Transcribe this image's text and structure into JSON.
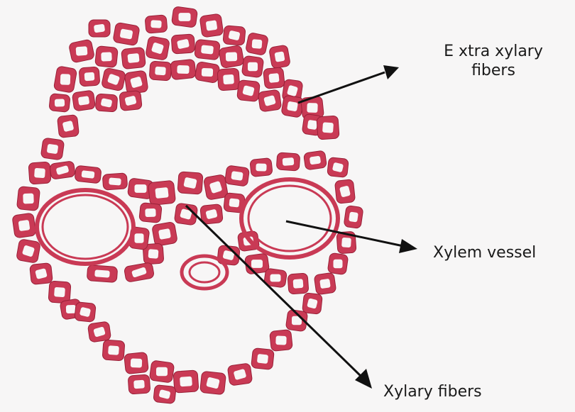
{
  "labels": {
    "extra_xylary_fibers": [
      "E xtra xylary",
      "fibers"
    ],
    "xylem_vessel": "Xylem vessel",
    "xylary_fibers": "Xylary fibers"
  },
  "colors": {
    "cell_wall": "#c93a55",
    "cell_wall_dark": "#9a2038",
    "background": "#f7f6f6",
    "arrow": "#111111",
    "text": "#1a1a1a"
  }
}
